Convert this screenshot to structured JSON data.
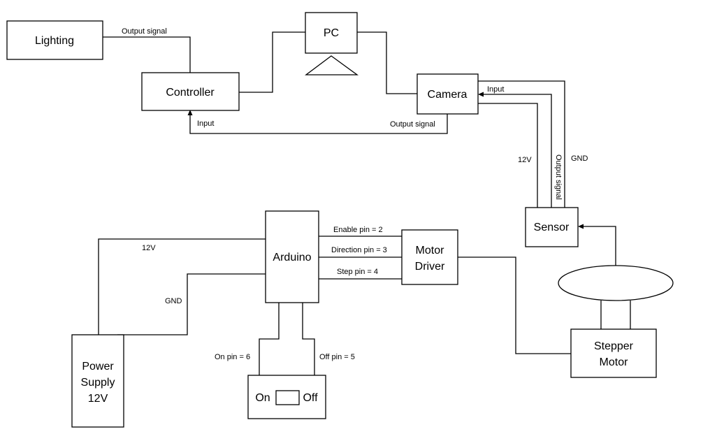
{
  "blocks": {
    "lighting": "Lighting",
    "pc": "PC",
    "controller": "Controller",
    "camera": "Camera",
    "sensor": "Sensor",
    "arduino": "Arduino",
    "motor_driver": [
      "Motor",
      "Driver"
    ],
    "stepper_motor": [
      "Stepper",
      "Motor"
    ],
    "power_supply": [
      "Power",
      "Supply",
      "12V"
    ],
    "switch_on": "On",
    "switch_off": "Off"
  },
  "wire_labels": {
    "lighting_output": "Output signal",
    "controller_input": "Input",
    "camera_output": "Output signal",
    "camera_input": "Input",
    "sensor_12v": "12V",
    "sensor_output": "Output signal",
    "sensor_gnd": "GND",
    "psu_12v": "12V",
    "psu_gnd": "GND",
    "enable_pin": "Enable pin = 2",
    "direction_pin": "Direction pin = 3",
    "step_pin": "Step pin = 4",
    "on_pin": "On pin = 6",
    "off_pin": "Off pin = 5"
  }
}
